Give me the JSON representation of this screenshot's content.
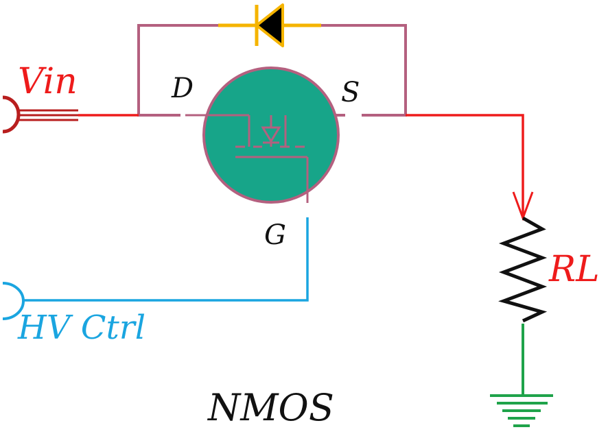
{
  "labels": {
    "vin": "Vin",
    "drain": "D",
    "source": "S",
    "gate": "G",
    "hv_ctrl": "HV Ctrl",
    "rl": "RL",
    "nmos": "NMOS"
  },
  "colors": {
    "vin_wire": "#ee1b1b",
    "vin_connector": "#b81e1e",
    "diode_loop": "#b4607f",
    "diode_body": "#f5b400",
    "diode_fill": "#000000",
    "mosfet_body": "#17a589",
    "mosfet_symbol": "#b4607f",
    "gate_wire": "#1aa5e0",
    "resistor": "#111111",
    "ground": "#1fa34a",
    "label_dark": "#111111"
  }
}
